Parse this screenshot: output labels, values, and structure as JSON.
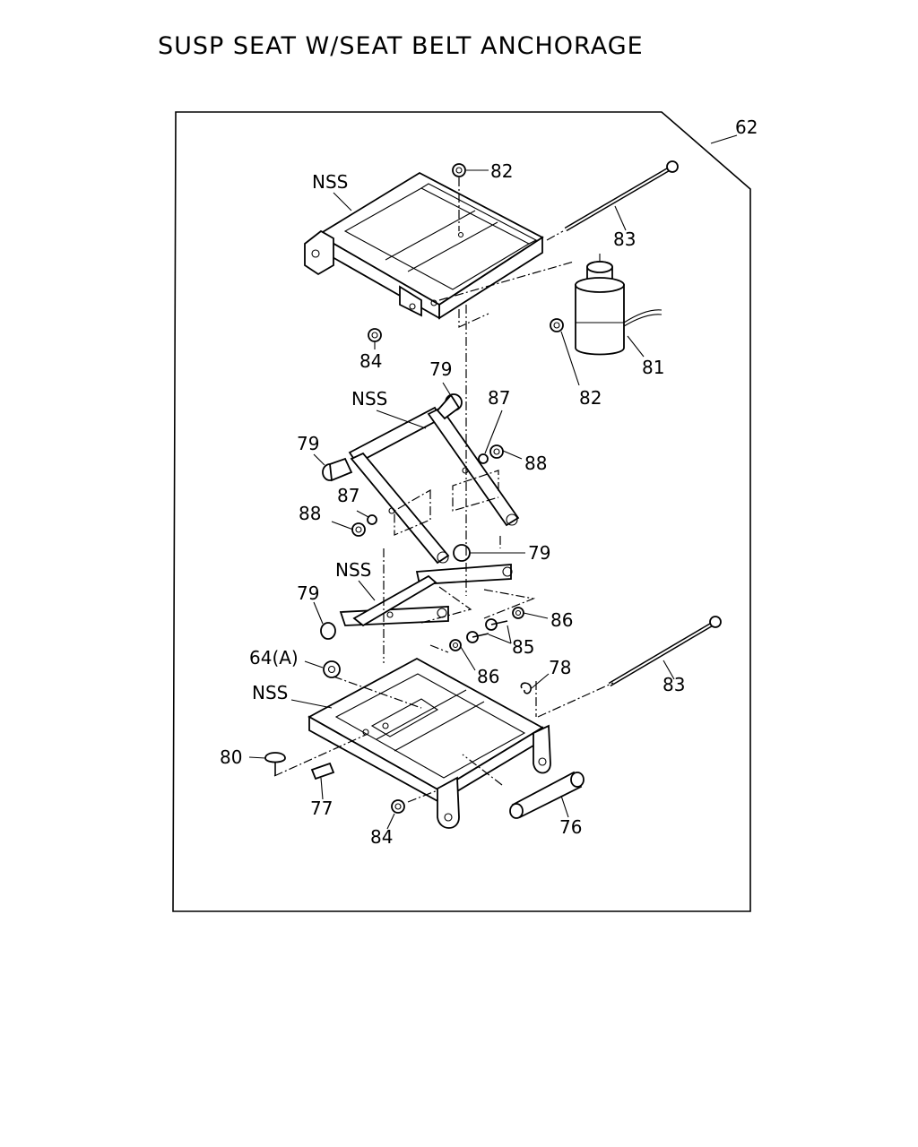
{
  "title": "SUSP SEAT W/SEAT BELT ANCHORAGE",
  "callouts": {
    "c62": "62",
    "c82a": "82",
    "c83a": "83",
    "nss_top": "NSS",
    "c84a": "84",
    "c81": "81",
    "c82b": "82",
    "c79a": "79",
    "nss_upper_arm": "NSS",
    "c87a": "87",
    "c79b": "79",
    "c88a": "88",
    "c87b": "87",
    "c88b": "88",
    "c79c": "79",
    "nss_lower_arm": "NSS",
    "c79d": "79",
    "c86a": "86",
    "c85": "85",
    "c86b": "86",
    "c64a": "64(A)",
    "c78": "78",
    "c83b": "83",
    "nss_base": "NSS",
    "c80": "80",
    "c77": "77",
    "c84b": "84",
    "c76": "76"
  }
}
